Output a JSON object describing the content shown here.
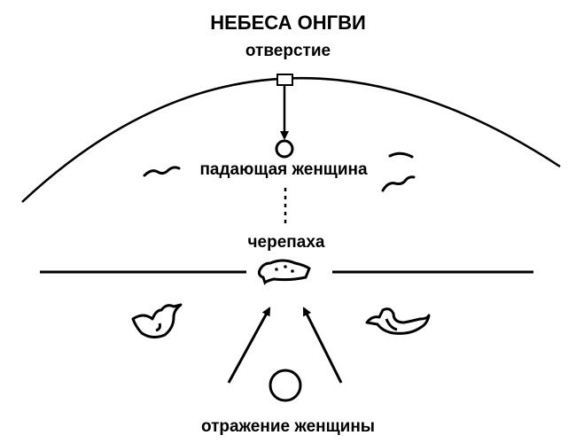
{
  "title": "НЕБЕСА ОНГВИ",
  "labels": {
    "opening": "отверстие",
    "falling_woman": "падающая женщина",
    "turtle": "черепаха",
    "reflection": "отражение женщины"
  },
  "colors": {
    "ink": "#000000",
    "background": "#ffffff"
  }
}
